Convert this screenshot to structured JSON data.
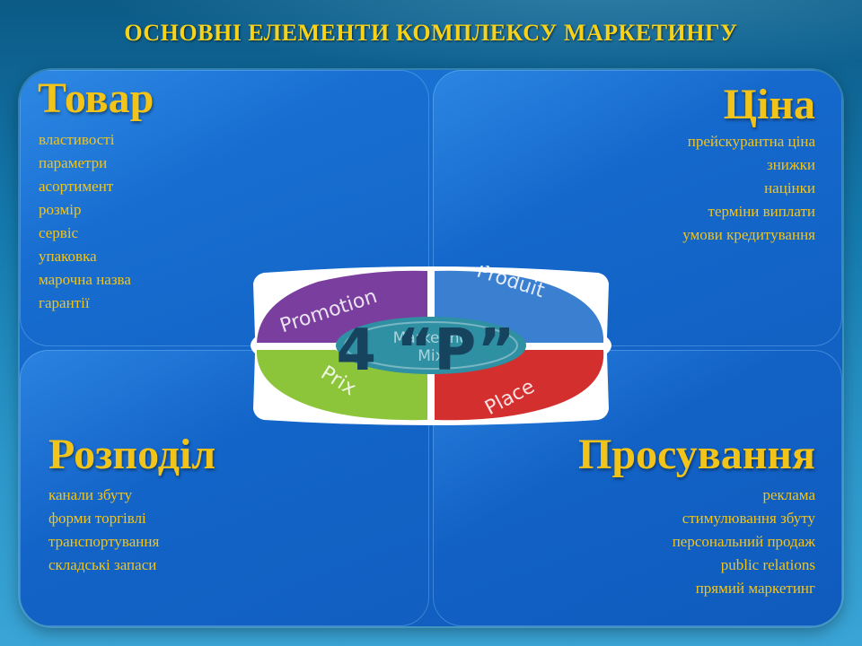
{
  "title": "ОСНОВНІ ЕЛЕМЕНТИ КОМПЛЕКСУ МАРКЕТИНГУ",
  "quadrants": {
    "tovar": {
      "heading": "Товар",
      "items": [
        "властивості",
        "параметри",
        "асортимент",
        "розмір",
        "сервіс",
        "упаковка",
        "марочна назва",
        "гарантії"
      ]
    },
    "tsina": {
      "heading": "Ціна",
      "items": [
        "прейскурантна ціна",
        "знижки",
        "націнки",
        "терміни виплати",
        "умови кредитування"
      ]
    },
    "rozpodil": {
      "heading": "Розподіл",
      "items": [
        "канали збуту",
        "форми торгівлі",
        "транспортування",
        "складські запаси"
      ]
    },
    "prosuvannia": {
      "heading": "Просування",
      "items": [
        "реклама",
        "стимулювання збуту",
        "персональний продаж",
        "public relations",
        "прямий маркетинг"
      ]
    }
  },
  "center": {
    "big_label": "4 “P”",
    "hub_line1": "Marketing",
    "hub_line2": "Mix",
    "segments": [
      "Promotion",
      "Produit",
      "Place",
      "Prix"
    ],
    "colors": {
      "promotion": "#7a3f9e",
      "produit": "#3b7fd0",
      "place": "#d42f2f",
      "prix": "#8cc43a",
      "hub": "#2f8fa3",
      "title": "#16435e"
    }
  }
}
